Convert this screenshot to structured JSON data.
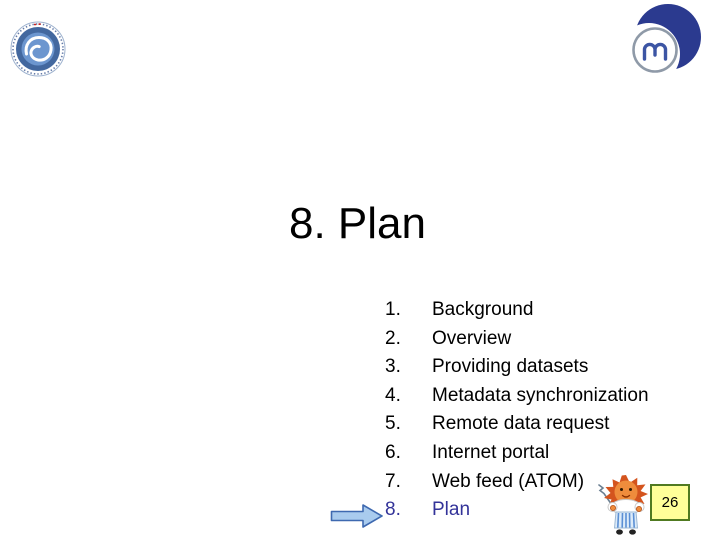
{
  "slide": {
    "title": "8. Plan",
    "page_number": "26"
  },
  "toc": {
    "items": [
      {
        "num": "1.",
        "label": "Background"
      },
      {
        "num": "2.",
        "label": "Overview"
      },
      {
        "num": "3.",
        "label": "Providing datasets"
      },
      {
        "num": "4.",
        "label": "Metadata synchronization"
      },
      {
        "num": "5.",
        "label": "Remote data request"
      },
      {
        "num": "6.",
        "label": "Internet portal"
      },
      {
        "num": "7.",
        "label": "Web feed (ATOM)"
      },
      {
        "num": "8.",
        "label": "Plan"
      }
    ],
    "active_item": "8. Plan"
  },
  "icons": {
    "left_logo": "spiral-globe-logo",
    "right_logo": "crescent-m-logo",
    "pointer_arrow": "right-block-arrow",
    "mascot": "sun-character-with-pointer"
  },
  "colors": {
    "title_text": "#000000",
    "list_text": "#000000",
    "active_text": "#333399",
    "arrow_fill": "#A9CBEE",
    "arrow_border": "#3E69B0",
    "page_box_bg": "#FFFF99",
    "page_box_border": "#507A21",
    "logo_navy": "#2B3A8F",
    "logo_disc_blue": "#43689F",
    "mascot_orange": "#EF8C3C",
    "mascot_spike_orange": "#D4541E",
    "mascot_pants_blue": "#5B8FD4"
  }
}
